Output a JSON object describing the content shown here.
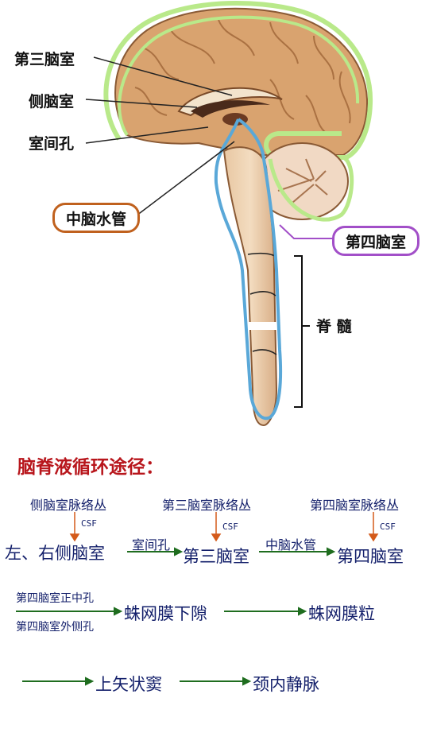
{
  "labels": {
    "third_ventricle": "第三脑室",
    "lateral_ventricle": "侧脑室",
    "interventricular_foramen": "室间孔",
    "cerebral_aqueduct": "中脑水管",
    "fourth_ventricle": "第四脑室",
    "spinal_cord": "脊 髓"
  },
  "pathway": {
    "title": "脑脊液循环途径：",
    "row1": {
      "plexus_lateral": "侧脑室脉络丛",
      "plexus_third": "第三脑室脉络丛",
      "plexus_fourth": "第四脑室脉络丛",
      "csf": "CSF",
      "lateral": "左、右侧脑室",
      "via_foramen": "室间孔",
      "third": "第三脑室",
      "via_aqueduct": "中脑水管",
      "fourth": "第四脑室"
    },
    "row2": {
      "median_aperture": "第四脑室正中孔",
      "lateral_aperture": "第四脑室外侧孔",
      "subarachnoid": "蛛网膜下隙",
      "granulations": "蛛网膜粒"
    },
    "row3": {
      "sinus": "上矢状窦",
      "vein": "颈内静脉"
    }
  },
  "colors": {
    "meninges": "#b9e98a",
    "csf_path": "#5aa8d8",
    "aqueduct_label": "#c0611e",
    "fourth_label": "#a24fc8",
    "title_red": "#b8161c",
    "arrow_green": "#1f6d1f",
    "arrow_orange": "#d45a1a",
    "text_navy": "#14206b"
  }
}
